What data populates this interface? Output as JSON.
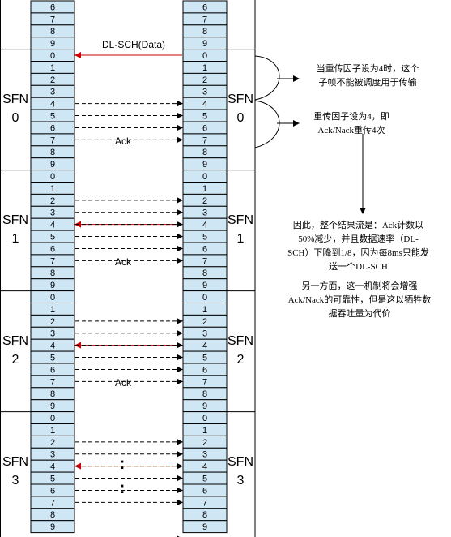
{
  "colors": {
    "cell_fill": "#cfe6f5",
    "cell_stroke": "#000000",
    "data_arrow": "#cc0000",
    "ack_arrow": "#000000"
  },
  "sfn_blocks": [
    {
      "label": "SFN",
      "number": "0"
    },
    {
      "label": "SFN",
      "number": "1"
    },
    {
      "label": "SFN",
      "number": "2"
    },
    {
      "label": "SFN",
      "number": "3"
    }
  ],
  "top_cells": [
    "6",
    "7",
    "8",
    "9"
  ],
  "subframes": [
    "0",
    "1",
    "2",
    "3",
    "4",
    "5",
    "6",
    "7",
    "8",
    "9"
  ],
  "labels": {
    "dl_sch": "DL-SCH(Data)",
    "ack": "Ack",
    "ellipsis": ":"
  },
  "ack_label_rows": [
    12,
    22,
    32
  ],
  "data_arrow_rows": [
    4,
    18,
    28,
    38
  ],
  "ack_arrow_rows": [
    8,
    9,
    10,
    11,
    16,
    17,
    18,
    19,
    20,
    21,
    26,
    27,
    28,
    29,
    30,
    31,
    36,
    37,
    38,
    39,
    40,
    41,
    44,
    45
  ],
  "notes": {
    "note1": [
      "当重传因子设为4时，这个",
      "子帧不能被调度用于传输"
    ],
    "note2": [
      "重传因子设为4，即",
      "Ack/Nack重传4次"
    ],
    "note3": [
      "因此，整个结果流是：Ack计数以",
      "50%减少，并且数据速率（DL-",
      "SCH）下降到1/8，因为每8ms只能发",
      "送一个DL-SCH"
    ],
    "note4": [
      "另一方面，这一机制将会增强",
      "Ack/Nack的可靠性，但是这以牺牲数",
      "据吞吐量为代价"
    ]
  }
}
